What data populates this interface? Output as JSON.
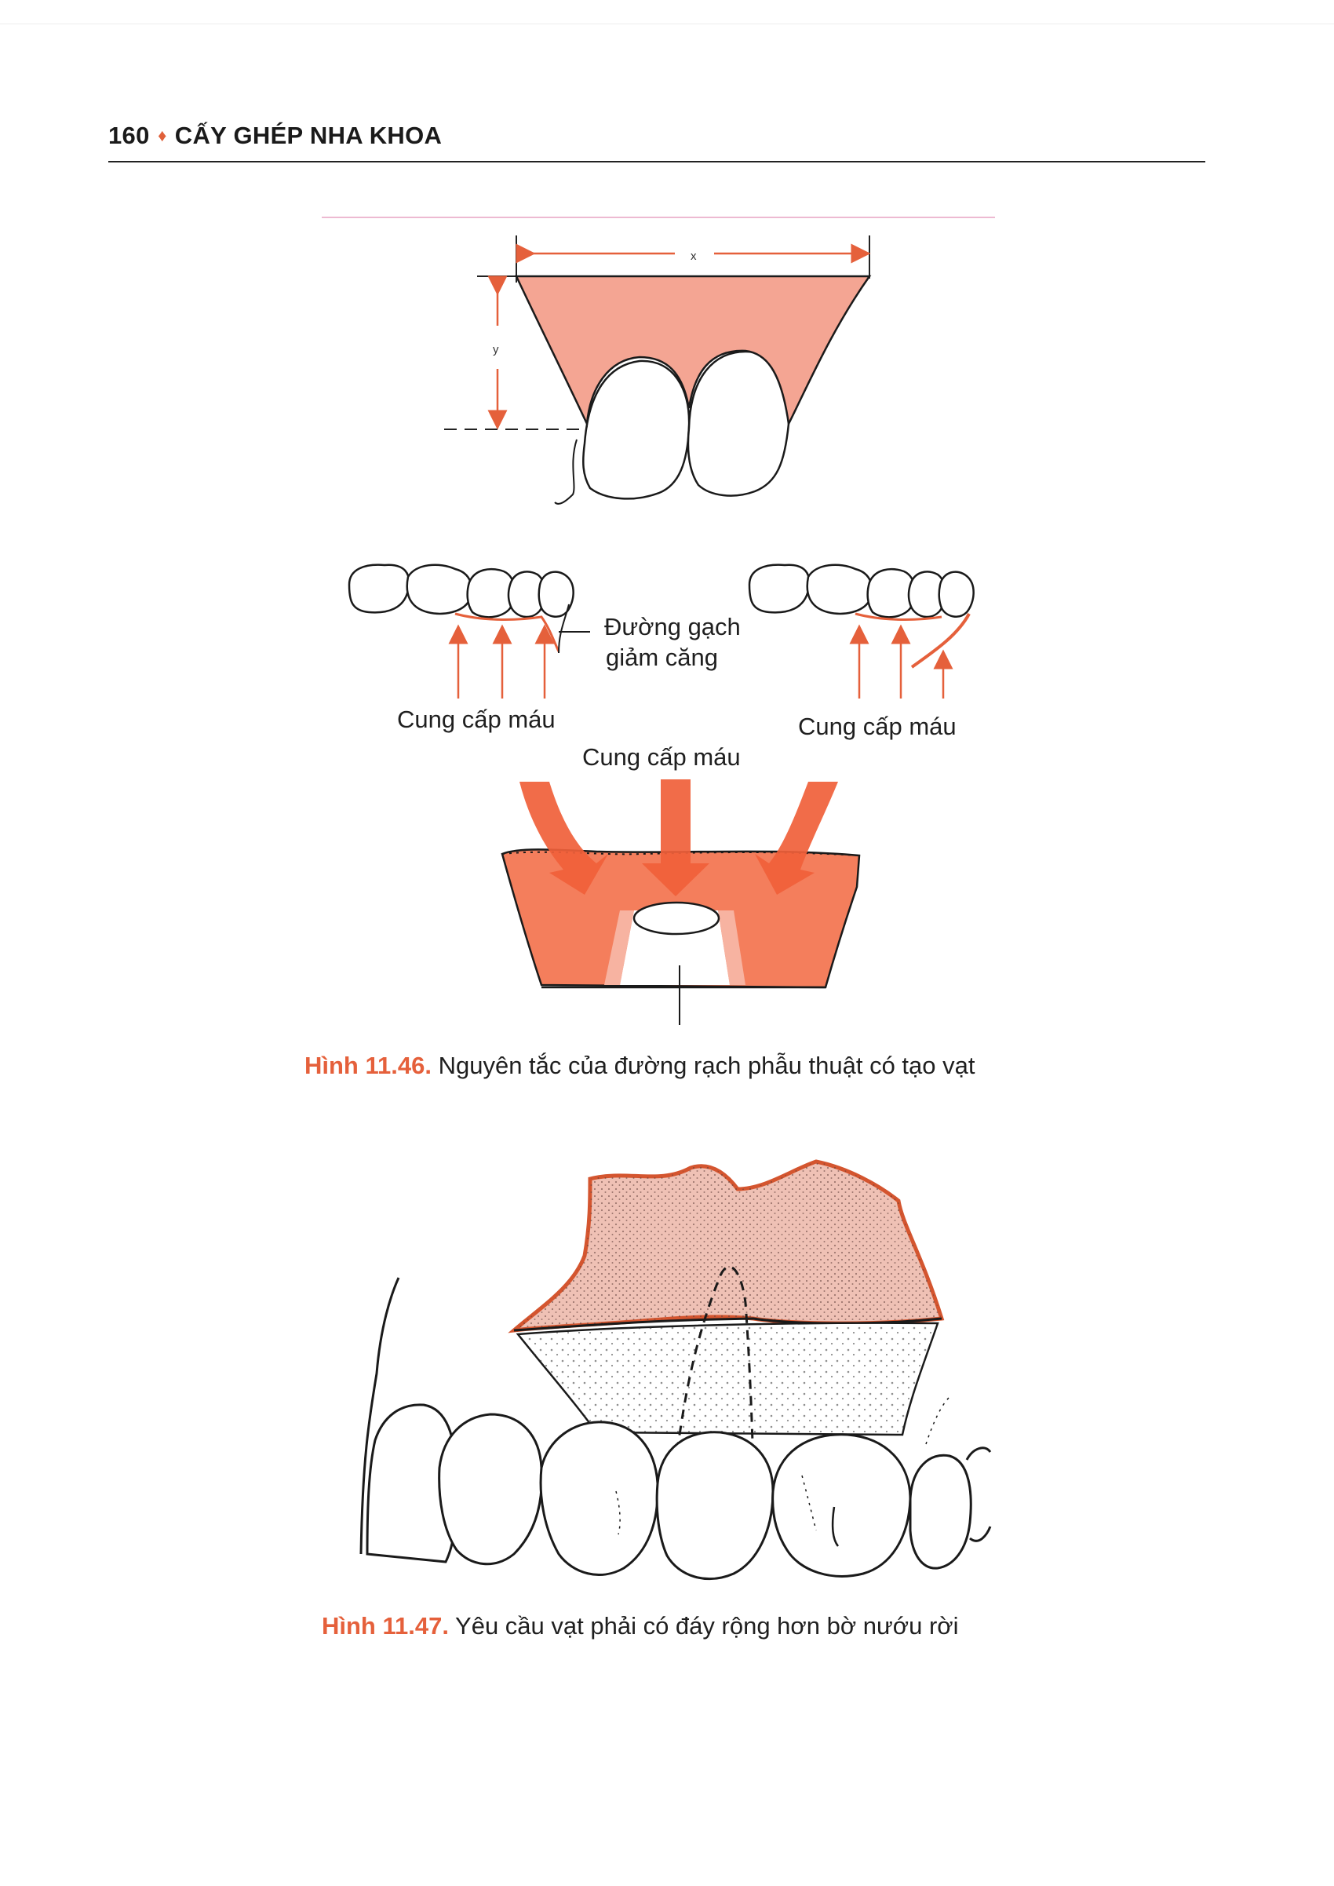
{
  "header": {
    "page_number": "160",
    "separator": "♦",
    "book_title": "CẤY GHÉP NHA KHOA"
  },
  "figure_11_46": {
    "dim_x_label": "x",
    "dim_y_label": "y",
    "release_incision_label_line1": "Đường gạch",
    "release_incision_label_line2": "giảm căng",
    "blood_supply_left": "Cung cấp máu",
    "blood_supply_right": "Cung cấp máu",
    "blood_supply_center": "Cung cấp máu",
    "caption_number": "Hình 11.46.",
    "caption_text": " Nguyên tắc của đường rạch phẫu thuật có tạo vạt"
  },
  "figure_11_47": {
    "caption_number": "Hình 11.47.",
    "caption_text": " Yêu cầu vạt phải có đáy rộng hơn bờ nướu rời"
  },
  "colors": {
    "accent": "#e5603b",
    "flap_fill": "#f3a594",
    "flap_fill_light": "#efc4b8",
    "outline": "#1a1a1a"
  }
}
